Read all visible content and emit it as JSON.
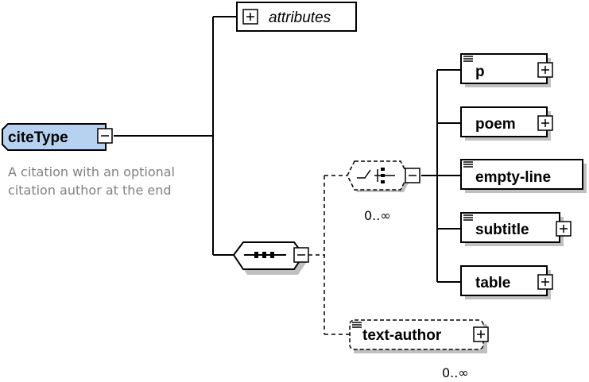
{
  "root": {
    "name": "citeType",
    "documentation": [
      "A citation with an optional",
      "citation author at the end"
    ],
    "toggle": "collapse"
  },
  "attributes": {
    "label": "attributes",
    "toggle": "expand"
  },
  "sequence": {
    "toggle": "collapse"
  },
  "choice": {
    "occurrence": "0..∞",
    "toggle": "collapse"
  },
  "elements": [
    {
      "name": "p",
      "toggle": "expand",
      "has_text_marker": true
    },
    {
      "name": "poem",
      "toggle": "expand",
      "has_text_marker": false
    },
    {
      "name": "empty-line",
      "toggle": "none",
      "has_text_marker": true
    },
    {
      "name": "subtitle",
      "toggle": "expand",
      "has_text_marker": true
    },
    {
      "name": "table",
      "toggle": "expand",
      "has_text_marker": false
    }
  ],
  "text_author": {
    "name": "text-author",
    "occurrence": "0..∞",
    "toggle": "expand",
    "has_text_marker": true
  },
  "colors": {
    "root_fill": "#b7d2f0",
    "root_stroke": "#000000",
    "shadow": "#c0c0c0",
    "doc_text": "#808080"
  }
}
